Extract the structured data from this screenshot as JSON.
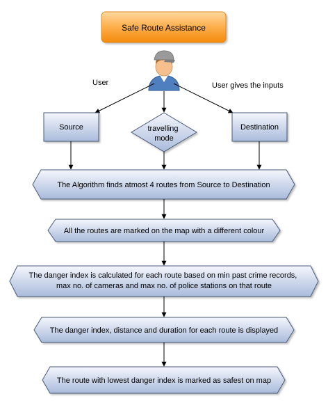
{
  "title": "Safe Route Assistance",
  "user_label": "User",
  "user_gives_label": "User gives the inputs",
  "source_label": "Source",
  "mode_label": [
    "travelling",
    "mode"
  ],
  "destination_label": "Destination",
  "steps": [
    [
      "The Algorithm finds atmost 4 routes from Source to Destination"
    ],
    [
      "All the routes are marked on the map with a different colour"
    ],
    [
      "The danger index is calculated for each route based on min past crime records,",
      "max no. of cameras and max no. of police stations on that route"
    ],
    [
      "The danger index, distance and duration for each route is displayed"
    ],
    [
      "The route with lowest danger index is marked as safest on map"
    ]
  ],
  "colors": {
    "title_fill_top": "#ffc57a",
    "title_fill_bottom": "#f48a0c",
    "title_stroke": "#d9820a",
    "box_fill_top": "#eef2fa",
    "box_fill_bottom": "#a9bbdb",
    "box_stroke": "#4a5a78",
    "arrow": "#000000"
  },
  "icons": {
    "user": "user-avatar-icon"
  }
}
